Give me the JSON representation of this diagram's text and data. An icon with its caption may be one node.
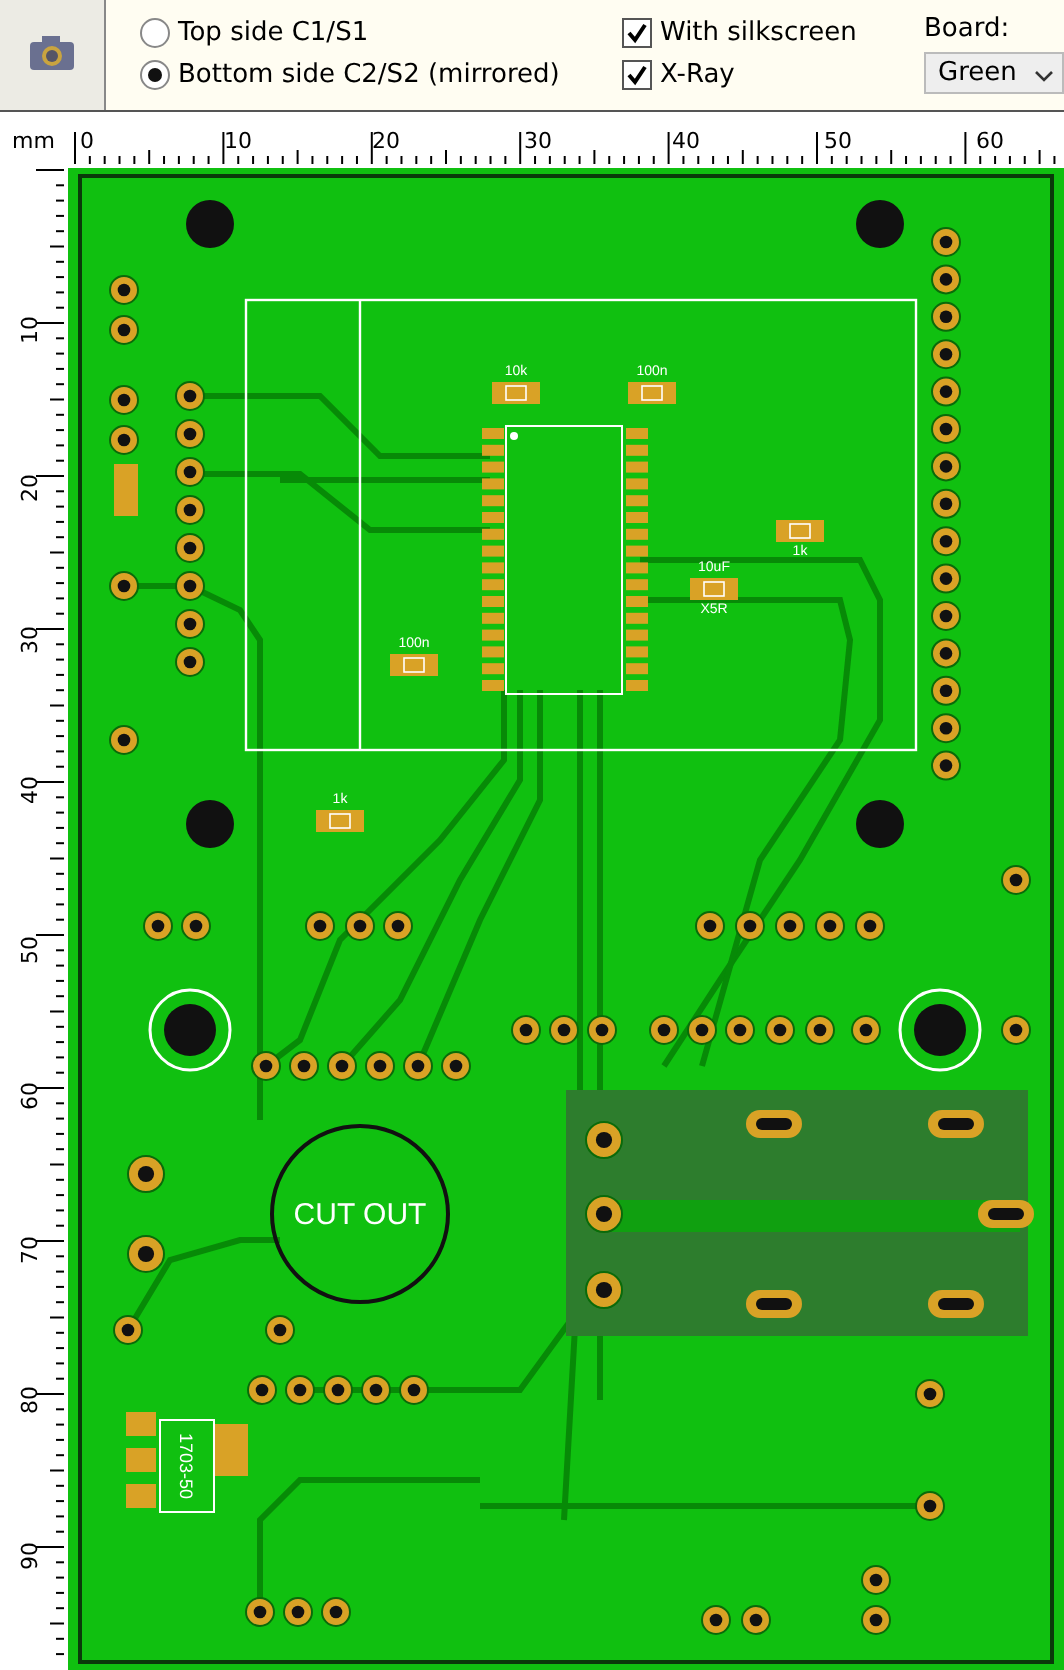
{
  "diagram": {
    "nodes": [
      {
        "text": [
          "CUT OUT"
        ]
      }
    ],
    "labels": [
      "Top side C1/S1",
      "With silkscreen",
      "Board:",
      "Bottom side C2/S2 (mirrored)",
      "X-Ray",
      "Green",
      "mm",
      "0",
      "10",
      "20",
      "30",
      "40",
      "50",
      "60",
      "10",
      "20",
      "30",
      "40",
      "50",
      "60",
      "70",
      "80",
      "90",
      "10k",
      "100n",
      "1k",
      "10uF",
      "X5R",
      "100n",
      "1k",
      "1703-50"
    ]
  }
}
